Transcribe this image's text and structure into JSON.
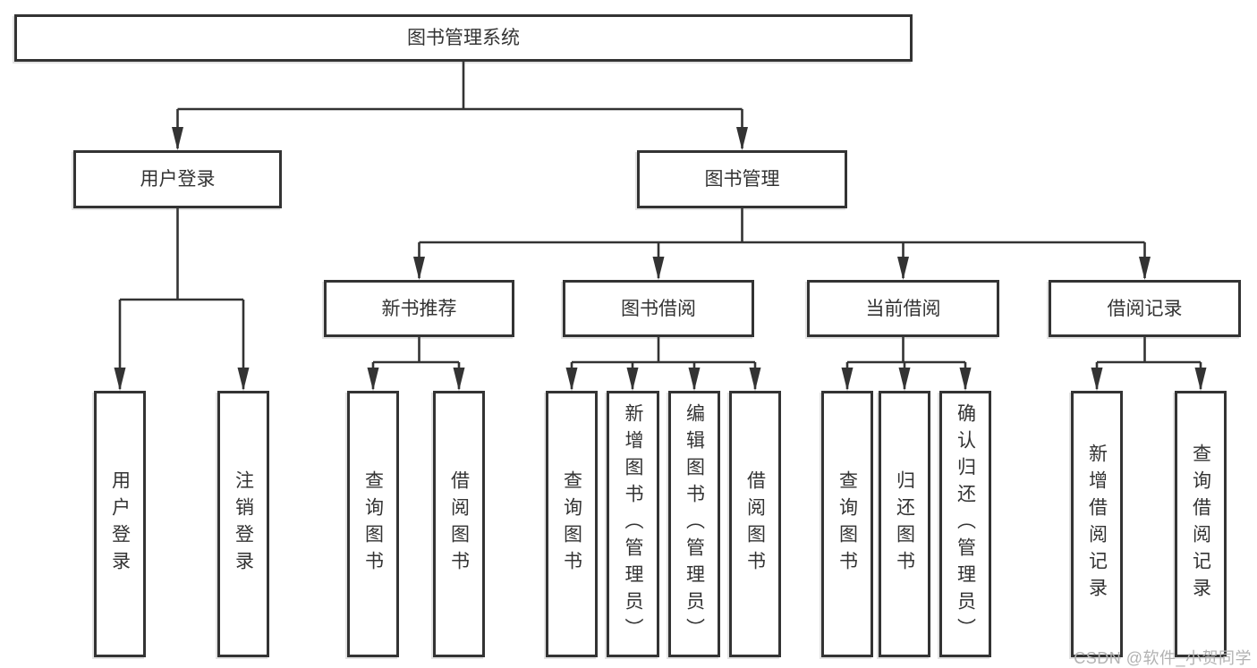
{
  "diagram": {
    "type": "hierarchy-tree",
    "title": "图书管理系统",
    "nodes": {
      "root": {
        "label": "图书管理系统"
      },
      "userLogin": {
        "label": "用户登录"
      },
      "bookManagement": {
        "label": "图书管理"
      },
      "newBookRecommend": {
        "label": "新书推荐"
      },
      "bookBorrow": {
        "label": "图书借阅"
      },
      "currentBorrow": {
        "label": "当前借阅"
      },
      "borrowRecords": {
        "label": "借阅记录"
      },
      "leafUserLogin": {
        "label": "用户登录"
      },
      "leafLogoutLogin": {
        "label": "注销登录"
      },
      "leafQueryBooksRec": {
        "label": "查询图书"
      },
      "leafBorrowBooksRec": {
        "label": "借阅图书"
      },
      "leafQueryBooksBorrow": {
        "label": "查询图书"
      },
      "leafAddBooks": {
        "label": "新增图书（管理员）"
      },
      "leafEditBooks": {
        "label": "编辑图书（管理员）"
      },
      "leafBorrowBooksBorrow": {
        "label": "借阅图书"
      },
      "leafQueryBooksCurrent": {
        "label": "查询图书"
      },
      "leafReturnBooks": {
        "label": "归还图书"
      },
      "leafConfirmReturn": {
        "label": "确认归还（管理员）"
      },
      "leafAddBorrowRecord": {
        "label": "新增借阅记录"
      },
      "leafQueryBorrowRecord": {
        "label": "查询借阅记录"
      }
    },
    "edges": [
      "图书管理系统 -> 用户登录",
      "图书管理系统 -> 图书管理",
      "用户登录 -> 用户登录(叶)",
      "用户登录 -> 注销登录",
      "图书管理 -> 新书推荐",
      "图书管理 -> 图书借阅",
      "图书管理 -> 当前借阅",
      "图书管理 -> 借阅记录",
      "新书推荐 -> 查询图书",
      "新书推荐 -> 借阅图书",
      "图书借阅 -> 查询图书",
      "图书借阅 -> 新增图书（管理员）",
      "图书借阅 -> 编辑图书（管理员）",
      "图书借阅 -> 借阅图书",
      "当前借阅 -> 查询图书",
      "当前借阅 -> 归还图书",
      "当前借阅 -> 确认归还（管理员）",
      "借阅记录 -> 新增借阅记录",
      "借阅记录 -> 查询借阅记录"
    ]
  },
  "watermark": {
    "text": "CSDN @软件_小贺同学"
  },
  "colors": {
    "line": "#333333",
    "box_border": "#333333",
    "box_fill": "#ffffff",
    "text": "#333333",
    "watermark": "#b2b2b2",
    "background": "#ffffff"
  }
}
